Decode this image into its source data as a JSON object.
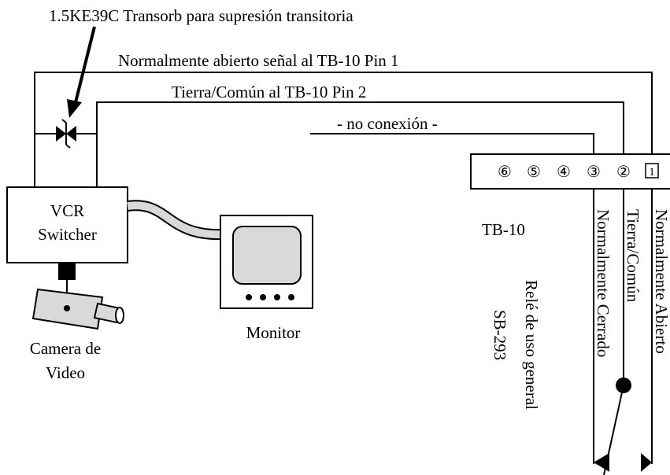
{
  "labels": {
    "transorb": "1.5KE39C Transorb para supresión transitoria",
    "wire_no": "Normalmente abierto señal al TB-10 Pin 1",
    "wire_common": "Tierra/Común al TB-10 Pin 2",
    "wire_nc": "- no conexión -",
    "vcr_line1": "VCR",
    "vcr_line2": "Switcher",
    "monitor": "Monitor",
    "camera_line1": "Camera de",
    "camera_line2": "Video",
    "tb10": "TB-10",
    "relay_line1": "Relé de uso general",
    "relay_line2": "SB-293",
    "contact_nc": "Normalmente Cerrado",
    "contact_common": "Tierra/Común",
    "contact_no": "Normalmente Abierto"
  },
  "terminal_strip": {
    "pins": [
      "⑥",
      "⑤",
      "④",
      "③",
      "②",
      "1"
    ]
  },
  "colors": {
    "line": "#000000",
    "device_fill": "#d9d9d9",
    "background": "#ffffff"
  }
}
